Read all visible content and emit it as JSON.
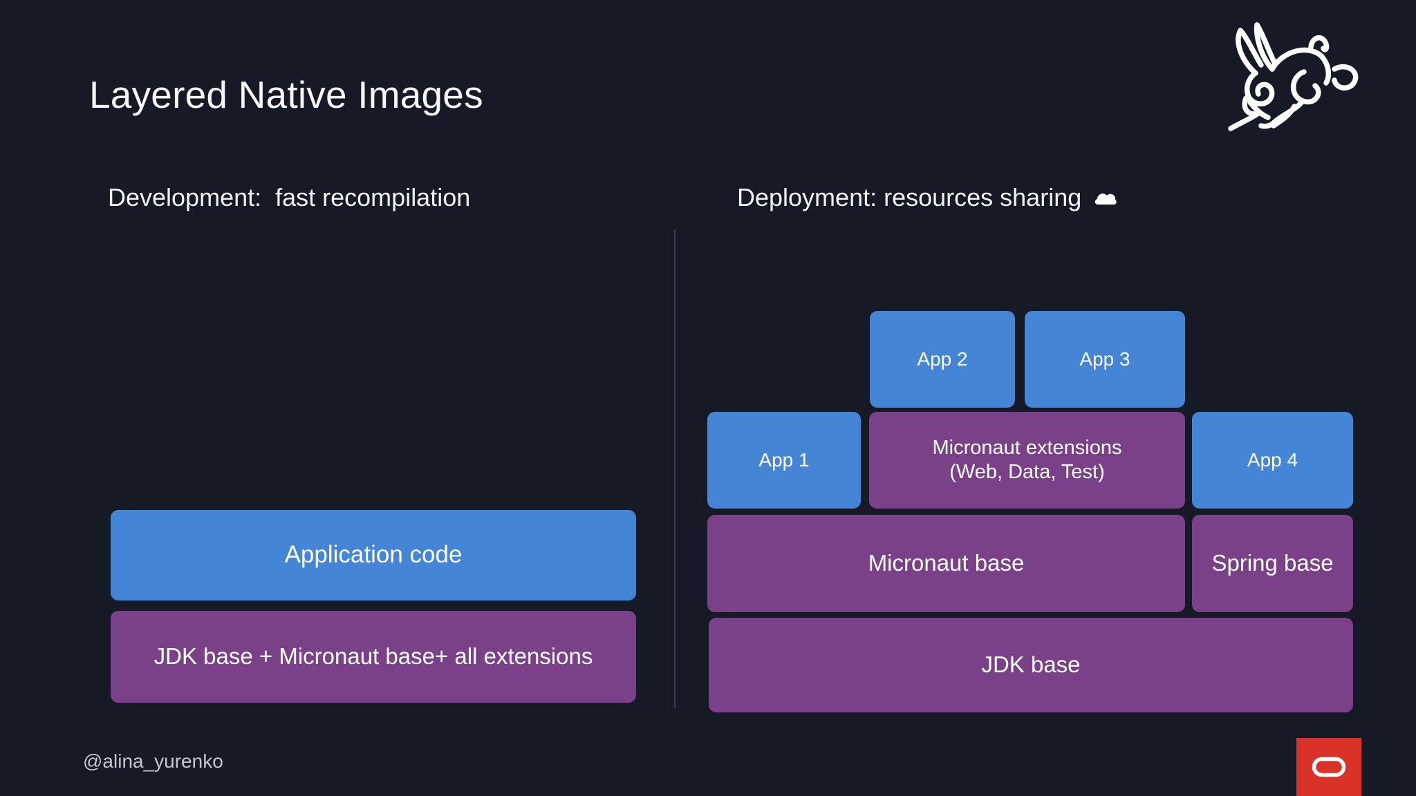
{
  "slide": {
    "title": "Layered Native Images",
    "background_color": "#161a26",
    "blue_color": "#4485d6",
    "purple_color": "#7a4188",
    "accent_red": "#d83229"
  },
  "logo": {
    "rabbit_name": "graalvm-rabbit-logo"
  },
  "columns": {
    "left": {
      "header": "Development:  fast recompilation",
      "layers": [
        {
          "label": "Application code",
          "color": "blue"
        },
        {
          "label": "JDK base + Micronaut  base+ all extensions",
          "color": "purple"
        }
      ]
    },
    "right": {
      "header": "Deployment: resources sharing",
      "header_icon": "cloud-icon",
      "row_top": [
        {
          "label": "App 2",
          "color": "blue"
        },
        {
          "label": "App 3",
          "color": "blue"
        }
      ],
      "row_second": [
        {
          "label": "App 1",
          "color": "blue"
        },
        {
          "label": "Micronaut extensions\n(Web, Data, Test)",
          "color": "purple"
        },
        {
          "label": "App 4",
          "color": "blue"
        }
      ],
      "row_third": [
        {
          "label": "Micronaut base",
          "color": "purple"
        },
        {
          "label": "Spring base",
          "color": "purple"
        }
      ],
      "row_bottom": [
        {
          "label": "JDK base",
          "color": "purple"
        }
      ]
    }
  },
  "footer": {
    "handle": "@alina_yurenko",
    "brand_logo": "oracle-logo"
  }
}
